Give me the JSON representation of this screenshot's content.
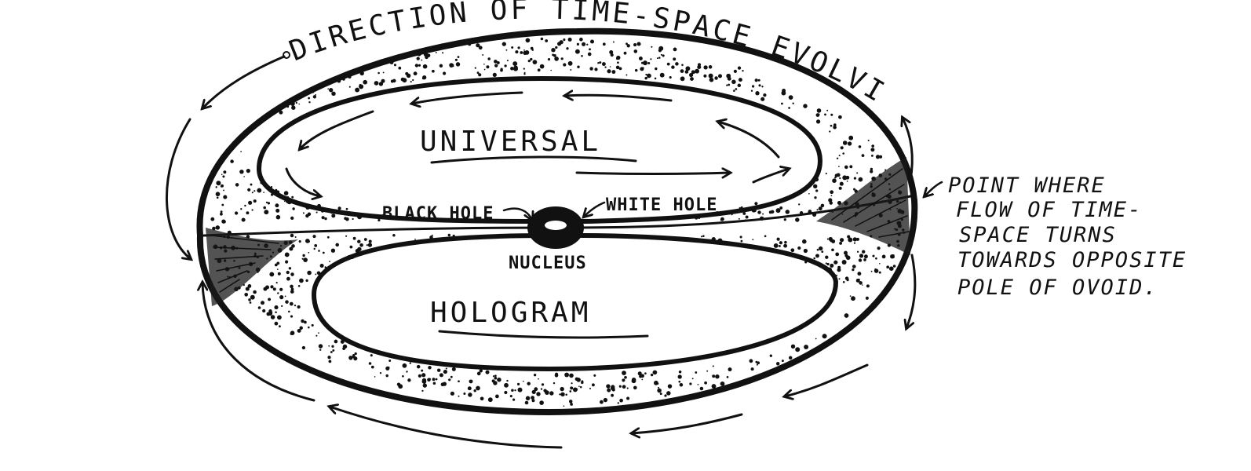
{
  "diagram": {
    "title_arc": "DIRECTION OF TIME-SPACE EVOLVING",
    "upper_label": "UNIVERSAL",
    "lower_label": "HOLOGRAM",
    "black_hole_label": "BLACK HOLE",
    "white_hole_label": "WHITE HOLE",
    "nucleus_label": "NUCLEUS",
    "note_lines": [
      "POINT WHERE",
      "FLOW OF TIME-",
      "SPACE TURNS",
      "TOWARDS OPPOSITE",
      "POLE OF OVOID."
    ]
  }
}
